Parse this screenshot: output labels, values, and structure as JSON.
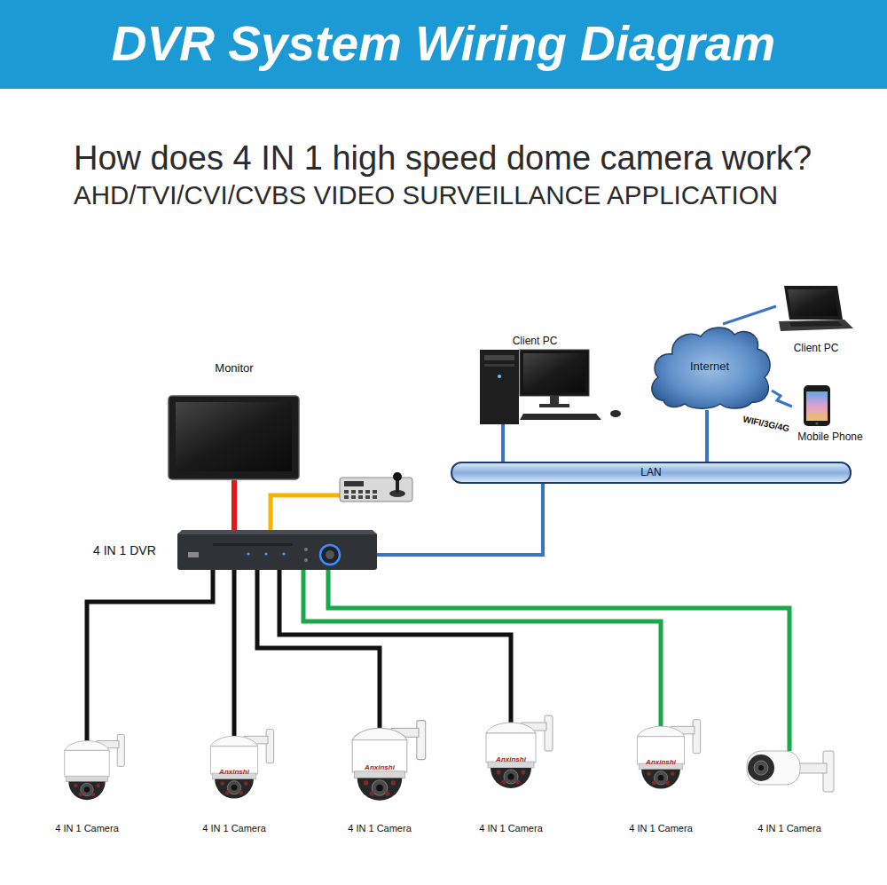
{
  "diagram": {
    "title": "DVR System Wiring Diagram",
    "nodes": [
      {
        "text": [
          "Monitor"
        ]
      },
      {
        "text": [
          "4 IN 1 DVR"
        ]
      },
      {
        "text": [
          "Client PC"
        ]
      },
      {
        "text": [
          "LAN"
        ]
      },
      {
        "text": [
          "Internet"
        ]
      },
      {
        "text": [
          "Client PC"
        ]
      },
      {
        "text": [
          "Mobile Phone"
        ]
      },
      {
        "text": [
          "4 IN 1 Camera"
        ]
      },
      {
        "text": [
          "4 IN 1 Camera"
        ]
      },
      {
        "text": [
          "4 IN 1 Camera"
        ]
      },
      {
        "text": [
          "4 IN 1 Camera"
        ]
      },
      {
        "text": [
          "4 IN 1 Camera"
        ]
      },
      {
        "text": [
          "4 IN 1 Camera"
        ]
      }
    ],
    "edges": [
      {
        "from": 0,
        "to": 1,
        "arrow": "none"
      },
      {
        "from": 1,
        "to": 3,
        "arrow": "none"
      },
      {
        "from": 2,
        "to": 3,
        "arrow": "none"
      },
      {
        "from": 3,
        "to": 4,
        "arrow": "none"
      },
      {
        "from": 4,
        "to": 5,
        "arrow": "none"
      },
      {
        "from": 4,
        "to": 6,
        "label": "WIFI/3G/4G",
        "arrow": "none"
      },
      {
        "from": 1,
        "to": 7,
        "arrow": "none"
      },
      {
        "from": 1,
        "to": 8,
        "arrow": "none"
      },
      {
        "from": 1,
        "to": 9,
        "arrow": "none"
      },
      {
        "from": 1,
        "to": 10,
        "arrow": "none"
      },
      {
        "from": 1,
        "to": 11,
        "arrow": "none"
      },
      {
        "from": 1,
        "to": 12,
        "arrow": "none"
      }
    ],
    "labels": [
      "How does 4 IN 1 high speed dome camera work?",
      "AHD/TVI/CVI/CVBS VIDEO SURVEILLANCE APPLICATION",
      "Anxinshi",
      "Anxinshi",
      "Anxinshi",
      "Anxinshi"
    ]
  }
}
